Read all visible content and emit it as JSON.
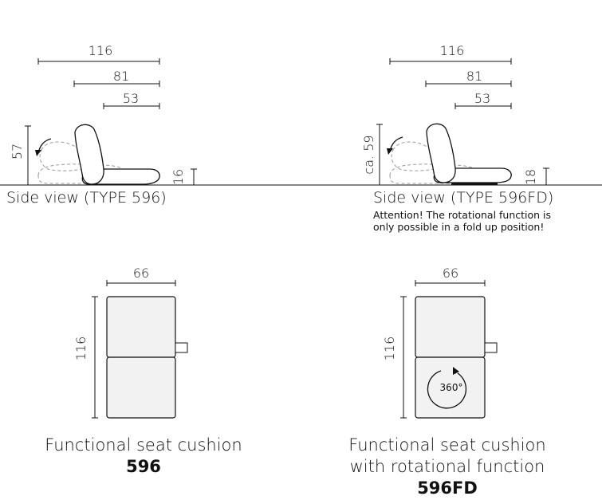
{
  "left_side": {
    "dims": {
      "total": "116",
      "middle": "81",
      "short": "53",
      "height": "57",
      "seat": "16"
    },
    "caption": "Side view (TYPE 596)"
  },
  "right_side": {
    "dims": {
      "total": "116",
      "middle": "81",
      "short": "53",
      "height": "ca. 59",
      "seat": "18"
    },
    "caption": "Side view (TYPE 596FD)",
    "note_line1": "Attention! The rotational function is",
    "note_line2": "only possible in a fold up position!"
  },
  "left_top": {
    "width": "66",
    "length": "116",
    "title": "Functional seat cushion",
    "model": "596"
  },
  "right_top": {
    "width": "66",
    "length": "116",
    "rotation": "360°",
    "title_line1": "Functional seat cushion",
    "title_line2": "with rotational function",
    "model": "596FD"
  }
}
